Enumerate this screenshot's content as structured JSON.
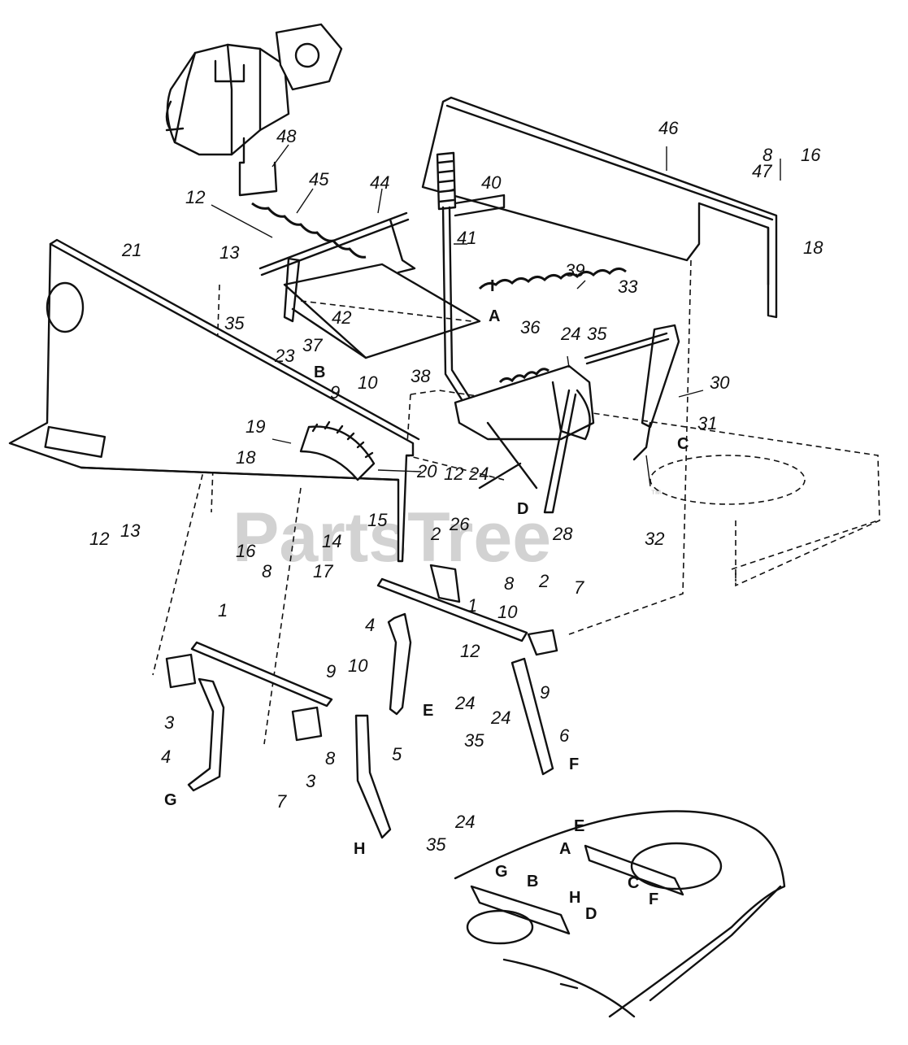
{
  "watermark": {
    "text": "PartsTree",
    "trademark": "™"
  },
  "diagram": {
    "labels": [
      {
        "id": "l48",
        "text": "48"
      },
      {
        "id": "l45",
        "text": "45"
      },
      {
        "id": "l44",
        "text": "44"
      },
      {
        "id": "l12a",
        "text": "12"
      },
      {
        "id": "l13a",
        "text": "13"
      },
      {
        "id": "l35a",
        "text": "35"
      },
      {
        "id": "l23",
        "text": "23"
      },
      {
        "id": "l42",
        "text": "42"
      },
      {
        "id": "l37",
        "text": "37"
      },
      {
        "id": "l38",
        "text": "38"
      },
      {
        "id": "l21",
        "text": "21"
      },
      {
        "id": "l40",
        "text": "40"
      },
      {
        "id": "l41",
        "text": "41"
      },
      {
        "id": "l46",
        "text": "46"
      },
      {
        "id": "l8a",
        "text": "8"
      },
      {
        "id": "l16a",
        "text": "16"
      },
      {
        "id": "l47",
        "text": "47"
      },
      {
        "id": "l18a",
        "text": "18"
      },
      {
        "id": "l39",
        "text": "39"
      },
      {
        "id": "l33",
        "text": "33"
      },
      {
        "id": "l36",
        "text": "36"
      },
      {
        "id": "l24a",
        "text": "24"
      },
      {
        "id": "l35b",
        "text": "35"
      },
      {
        "id": "l30",
        "text": "30"
      },
      {
        "id": "l31",
        "text": "31"
      },
      {
        "id": "l10a",
        "text": "10"
      },
      {
        "id": "l9a",
        "text": "9"
      },
      {
        "id": "l19",
        "text": "19"
      },
      {
        "id": "l20",
        "text": "20"
      },
      {
        "id": "l18b",
        "text": "18"
      },
      {
        "id": "l15",
        "text": "15"
      },
      {
        "id": "l14",
        "text": "14"
      },
      {
        "id": "l16b",
        "text": "16"
      },
      {
        "id": "l8b",
        "text": "8"
      },
      {
        "id": "l17",
        "text": "17"
      },
      {
        "id": "l12b",
        "text": "12"
      },
      {
        "id": "l13b",
        "text": "13"
      },
      {
        "id": "l12c",
        "text": "12"
      },
      {
        "id": "l24b",
        "text": "24"
      },
      {
        "id": "l26",
        "text": "26"
      },
      {
        "id": "l28",
        "text": "28"
      },
      {
        "id": "l32",
        "text": "32"
      },
      {
        "id": "l2a",
        "text": "2"
      },
      {
        "id": "l1a",
        "text": "1"
      },
      {
        "id": "l8c",
        "text": "8"
      },
      {
        "id": "l2b",
        "text": "2"
      },
      {
        "id": "l7a",
        "text": "7"
      },
      {
        "id": "l4a",
        "text": "4"
      },
      {
        "id": "l12d",
        "text": "12"
      },
      {
        "id": "l10b",
        "text": "10"
      },
      {
        "id": "l9b",
        "text": "9"
      },
      {
        "id": "l24c",
        "text": "24"
      },
      {
        "id": "l24d",
        "text": "24"
      },
      {
        "id": "l35c",
        "text": "35"
      },
      {
        "id": "l6",
        "text": "6"
      },
      {
        "id": "l1b",
        "text": "1"
      },
      {
        "id": "l9c",
        "text": "9"
      },
      {
        "id": "l10c",
        "text": "10"
      },
      {
        "id": "l3a",
        "text": "3"
      },
      {
        "id": "l4b",
        "text": "4"
      },
      {
        "id": "l8d",
        "text": "8"
      },
      {
        "id": "l5",
        "text": "5"
      },
      {
        "id": "l3b",
        "text": "3"
      },
      {
        "id": "l7b",
        "text": "7"
      },
      {
        "id": "l35d",
        "text": "35"
      },
      {
        "id": "l24e",
        "text": "24"
      }
    ],
    "letters": [
      {
        "id": "cI",
        "text": "I"
      },
      {
        "id": "cA",
        "text": "A"
      },
      {
        "id": "cB",
        "text": "B"
      },
      {
        "id": "cC",
        "text": "C"
      },
      {
        "id": "cD",
        "text": "D"
      },
      {
        "id": "cE",
        "text": "E"
      },
      {
        "id": "cF",
        "text": "F"
      },
      {
        "id": "cG",
        "text": "G"
      },
      {
        "id": "cH",
        "text": "H"
      },
      {
        "id": "dE",
        "text": "E"
      },
      {
        "id": "dA",
        "text": "A"
      },
      {
        "id": "dG",
        "text": "G"
      },
      {
        "id": "dB",
        "text": "B"
      },
      {
        "id": "dC",
        "text": "C"
      },
      {
        "id": "dH",
        "text": "H"
      },
      {
        "id": "dD",
        "text": "D"
      },
      {
        "id": "dF",
        "text": "F"
      }
    ]
  }
}
